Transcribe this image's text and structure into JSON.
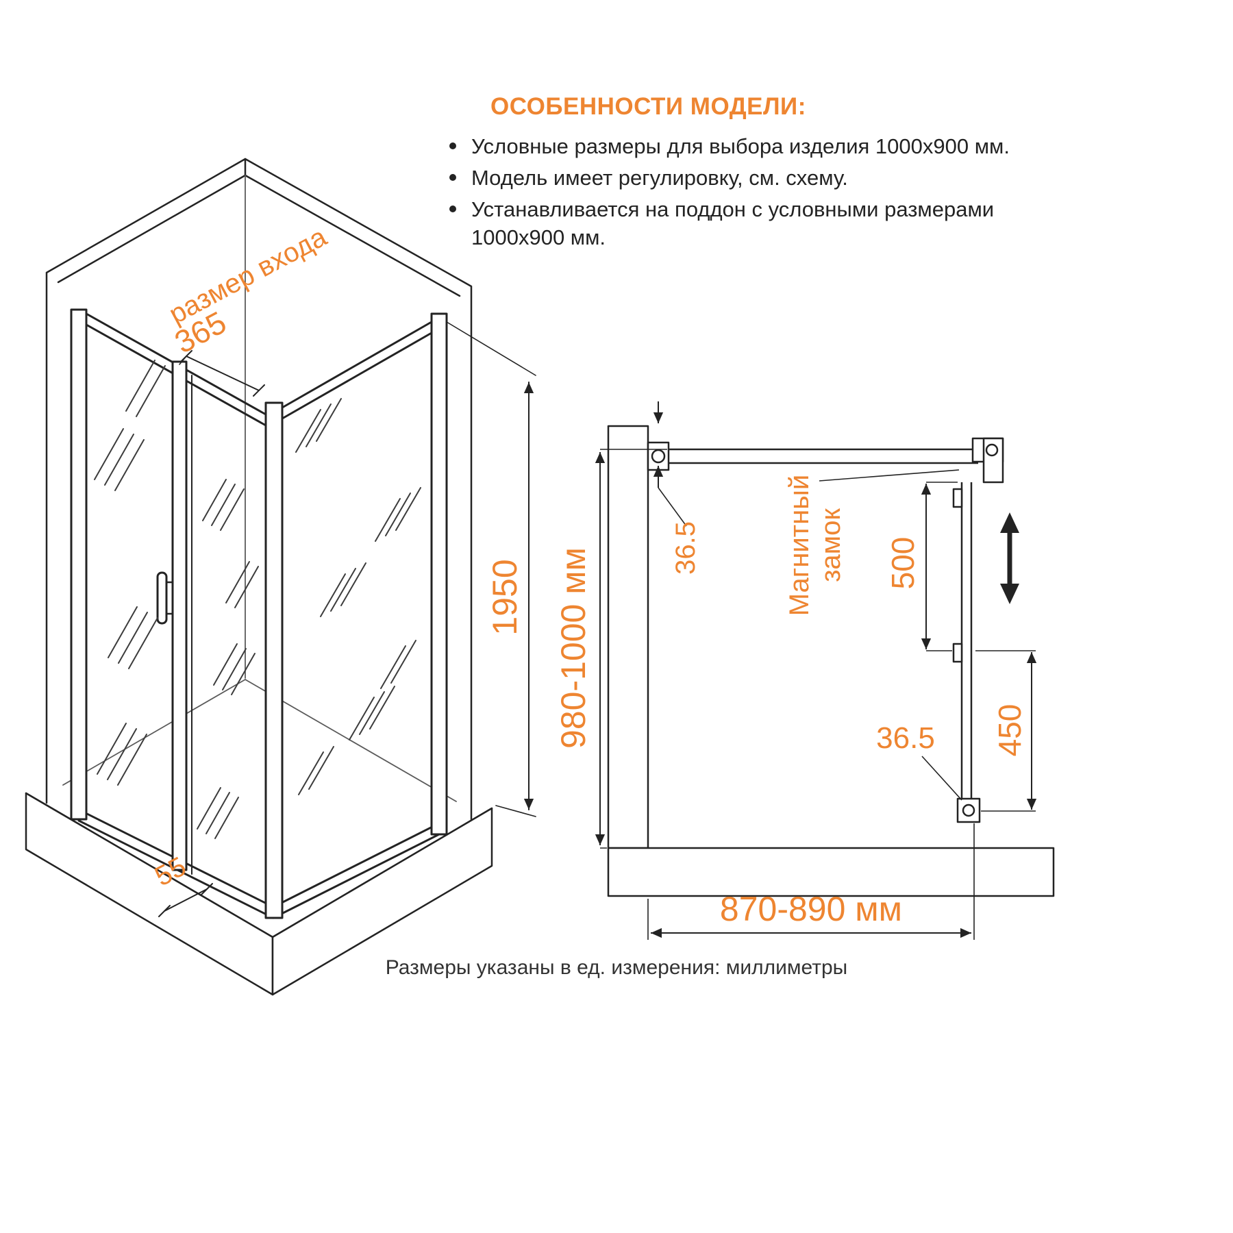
{
  "colors": {
    "accent": "#ee8531",
    "line": "#232323"
  },
  "features": {
    "title": "ОСОБЕННОСТИ МОДЕЛИ:",
    "items": [
      "Условные размеры для выбора изделия 1000x900 мм.",
      "Модель имеет регулировку, см. схему.",
      "Устанавливается на поддон с условными размерами 1000x900 мм."
    ]
  },
  "iso": {
    "entry_size_label": "размер входа",
    "entry_width": "365",
    "height": "1950",
    "tray_lip": "55"
  },
  "plan": {
    "top_offset": "36.5",
    "magnet_label_line1": "Магнитный",
    "magnet_label_line2": "замок",
    "lock_travel": "500",
    "depth_range": "980-1000 мм",
    "door_height": "450",
    "bottom_offset": "36.5",
    "width_range": "870-890 мм"
  },
  "footer": {
    "note": "Размеры указаны в ед. измерения: миллиметры"
  }
}
